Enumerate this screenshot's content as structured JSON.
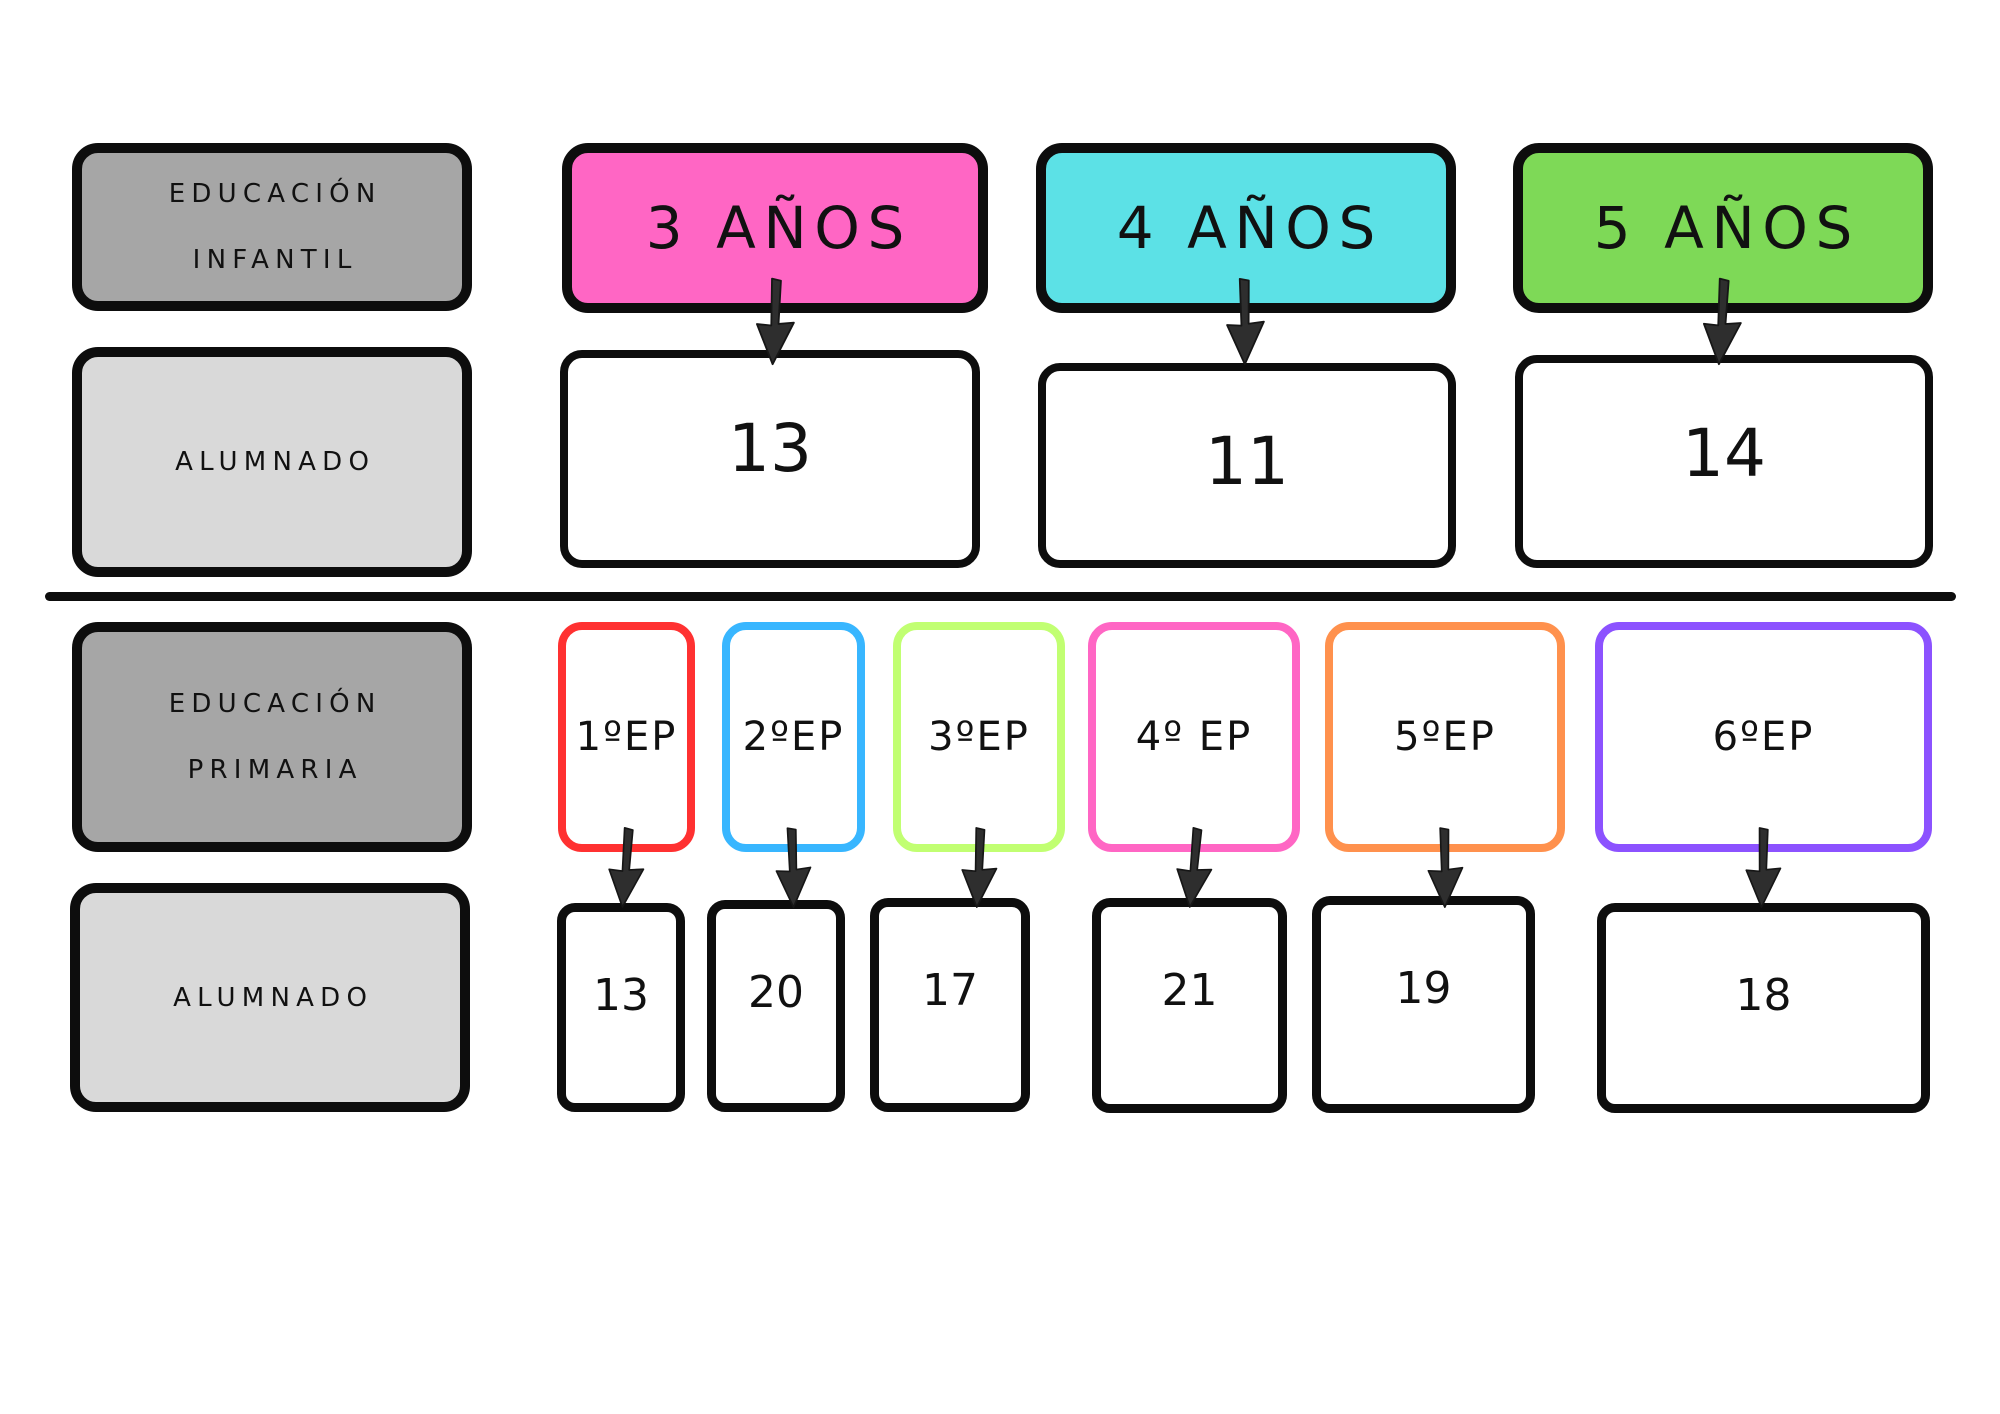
{
  "sections": {
    "infantil": {
      "label_line1": "EDUCACIÓN",
      "label_line2": "INFANTIL",
      "alumnado_label": "ALUMNADO",
      "groups": [
        {
          "label": "3 AÑOS",
          "students": "13",
          "fill": "#FF66C4"
        },
        {
          "label": "4 AÑOS",
          "students": "11",
          "fill": "#5CE1E6"
        },
        {
          "label": "5 AÑOS",
          "students": "14",
          "fill": "#7ED957"
        }
      ]
    },
    "primaria": {
      "label_line1": "EDUCACIÓN",
      "label_line2": "PRIMARIA",
      "alumnado_label": "ALUMNADO",
      "groups": [
        {
          "label": "1ºEP",
          "students": "13",
          "border": "#FF3131"
        },
        {
          "label": "2ºEP",
          "students": "20",
          "border": "#38B6FF"
        },
        {
          "label": "3ºEP",
          "students": "17",
          "border": "#C1FF72"
        },
        {
          "label": "4º EP",
          "students": "21",
          "border": "#FF66C4"
        },
        {
          "label": "5ºEP",
          "students": "19",
          "border": "#FF914D"
        },
        {
          "label": "6ºEP",
          "students": "18",
          "border": "#8C52FF"
        }
      ]
    }
  },
  "icons": {
    "down_arrow": "down-arrow"
  },
  "colors": {
    "section_header_fill": "#A6A6A6",
    "alumnado_fill": "#D9D9D9",
    "box_border": "#0D0D0D",
    "arrow": "#2E2E2E",
    "background": "#FFFFFF"
  }
}
